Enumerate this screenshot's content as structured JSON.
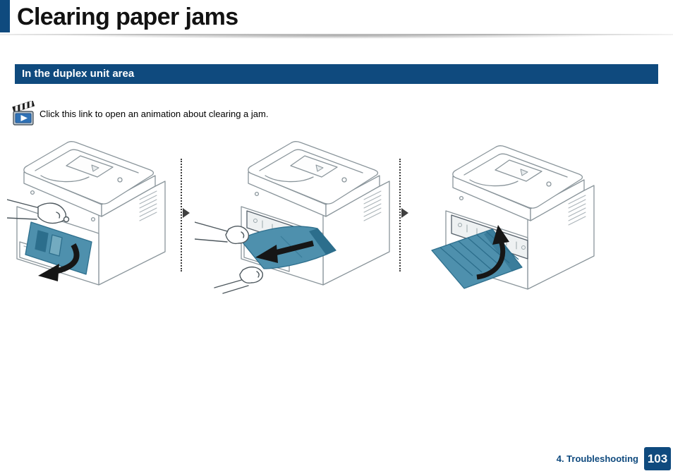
{
  "header": {
    "title": "Clearing paper jams"
  },
  "section": {
    "heading": "In the duplex unit area",
    "banner_color": "#0f4a7e"
  },
  "note": {
    "text": "Click this link to open an animation about clearing a jam.",
    "icon": "clapperboard-play-icon"
  },
  "figures": {
    "steps": [
      {
        "icon": "printer-pull-duplex-unit-illustration"
      },
      {
        "icon": "printer-remove-jammed-paper-illustration"
      },
      {
        "icon": "printer-close-rear-cover-illustration"
      }
    ],
    "separator_icon": "right-arrow-icon",
    "highlight_color": "#4e90ad"
  },
  "footer": {
    "chapter": "4. Troubleshooting",
    "page_number": "103"
  },
  "colors": {
    "navy": "#0f4a7e",
    "teal": "#4e90ad",
    "arrow_black": "#161616"
  }
}
